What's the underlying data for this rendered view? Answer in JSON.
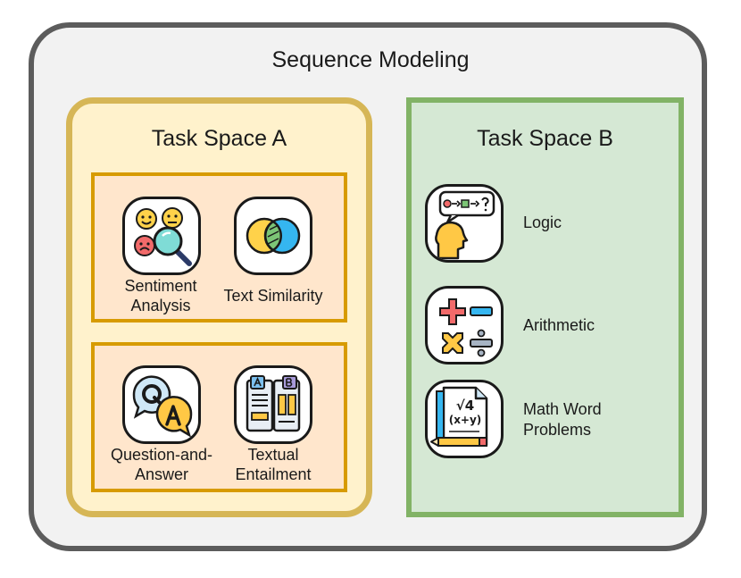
{
  "outer": {
    "title": "Sequence Modeling"
  },
  "space_a": {
    "title": "Task Space A",
    "tasks": [
      {
        "label_lines": [
          "Sentiment",
          "Analysis"
        ],
        "icon": "sentiment-magnifier-icon"
      },
      {
        "label_lines": [
          "Text Similarity"
        ],
        "icon": "venn-diagram-icon"
      },
      {
        "label_lines": [
          "Question-and-",
          "Answer"
        ],
        "icon": "qa-speech-bubbles-icon"
      },
      {
        "label_lines": [
          "Textual",
          "Entailment"
        ],
        "icon": "document-compare-icon"
      }
    ]
  },
  "space_b": {
    "title": "Task Space B",
    "tasks": [
      {
        "label_lines": [
          "Logic"
        ],
        "icon": "head-thought-icon"
      },
      {
        "label_lines": [
          "Arithmetic"
        ],
        "icon": "math-operators-icon"
      },
      {
        "label_lines": [
          "Math Word",
          "Problems"
        ],
        "icon": "math-paper-pencil-icon"
      }
    ],
    "math_formula_lines": [
      "√4",
      "(x+y)"
    ]
  },
  "colors": {
    "outer_border": "#5c5c5c",
    "outer_fill": "#f2f2f2",
    "space_a_border": "#d6b656",
    "space_a_fill": "#fff2cc",
    "group_border": "#d79b00",
    "group_fill": "#ffe6cc",
    "space_b_border": "#82b366",
    "space_b_fill": "#d5e8d4"
  }
}
